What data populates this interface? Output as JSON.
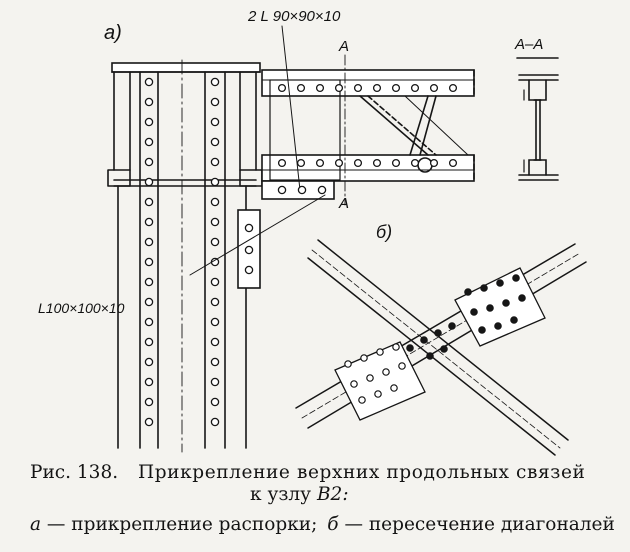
{
  "labels": {
    "view_a": "а)",
    "view_b": "б)",
    "angle_top": "2 L 90×90×10",
    "angle_side": "L100×100×10",
    "section_mark_top": "A",
    "section_mark_bottom": "A",
    "section_title": "А–А"
  },
  "caption": {
    "fig": "Рис. 138.",
    "title_1": "Прикрепление верхних продольных связей",
    "title_2_prefix": "к узлу",
    "title_2_node": "В2:",
    "legend_a_key": "а",
    "legend_a_text": "— прикрепление распорки;",
    "legend_b_key": "б",
    "legend_b_text": "— пересечение диагоналей"
  }
}
